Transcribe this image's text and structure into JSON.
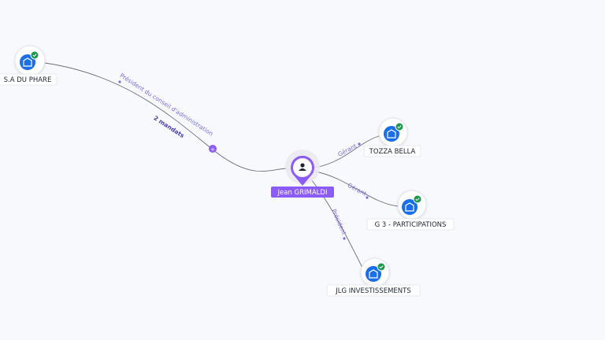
{
  "diagram": {
    "person": {
      "name": "Jean GRIMALDI",
      "icon": "person-icon",
      "color": "#8b5cf6"
    },
    "companies": [
      {
        "id": "duphare",
        "name": "S.A DU PHARE",
        "icon": "building-icon",
        "badge": "verified-check-icon"
      },
      {
        "id": "tozza",
        "name": "TOZZA BELLA",
        "icon": "building-icon",
        "badge": "verified-check-icon"
      },
      {
        "id": "g3",
        "name": "G 3 - PARTICIPATIONS",
        "icon": "building-icon",
        "badge": "verified-check-icon"
      },
      {
        "id": "jlg",
        "name": "JLG INVESTISSEMENTS",
        "icon": "building-icon",
        "badge": "verified-check-icon"
      }
    ],
    "relations": [
      {
        "to": "duphare",
        "role": "Président du conseil d'administration",
        "extra": "2 mandats"
      },
      {
        "to": "tozza",
        "role": "Gérant"
      },
      {
        "to": "g3",
        "role": "Gérant"
      },
      {
        "to": "jlg",
        "role": "Président"
      }
    ],
    "colors": {
      "company_icon": "#1a6fe8",
      "badge": "#1a9a4a",
      "edge": "#6e6e80",
      "edge_label": "#7a6ee0"
    }
  }
}
